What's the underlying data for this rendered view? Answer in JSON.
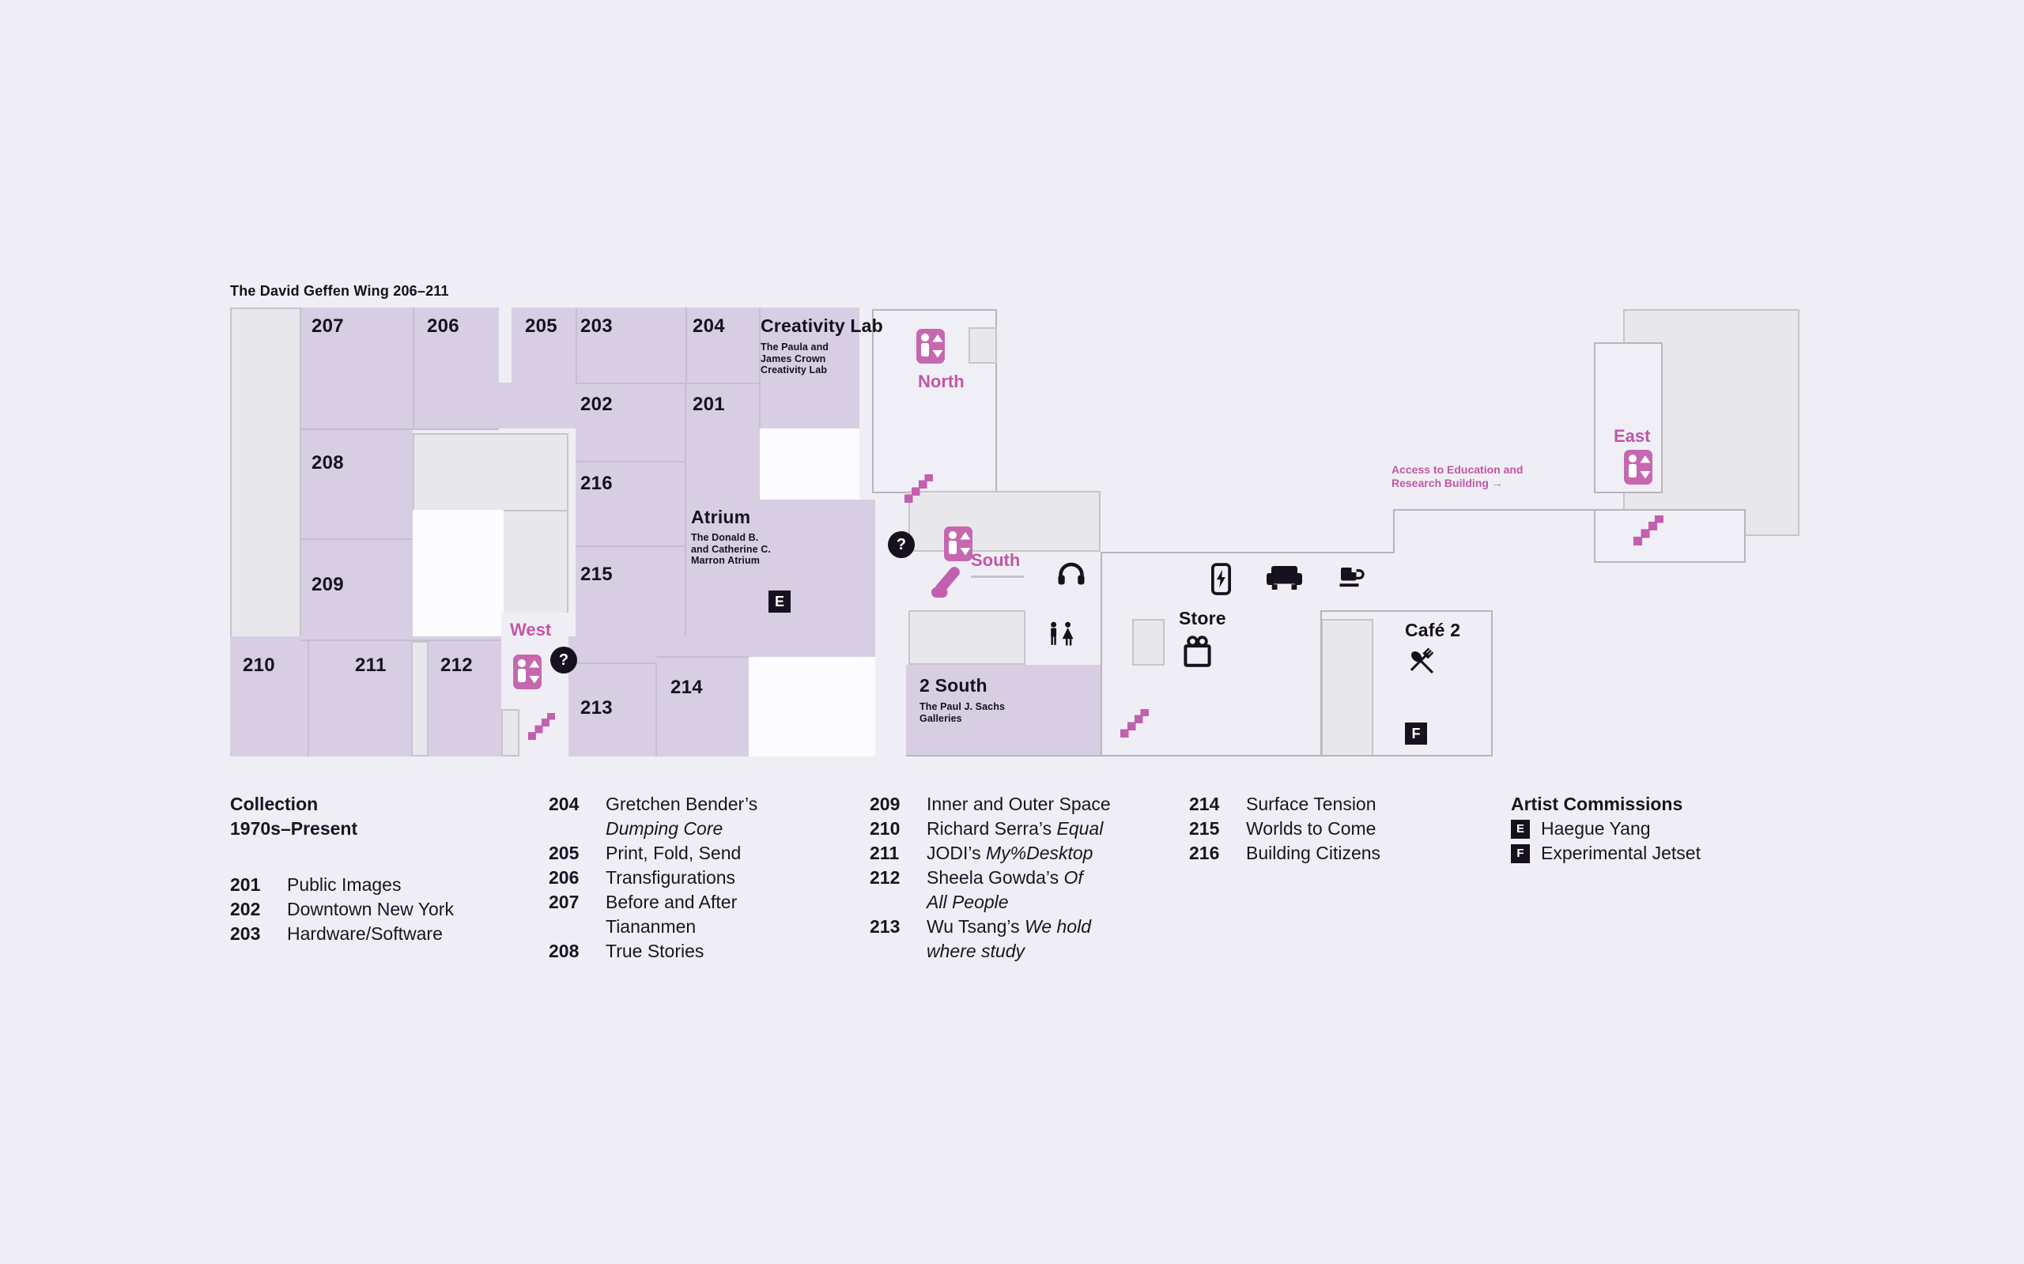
{
  "map": {
    "wing_title": "The David Geffen Wing  206–211",
    "rooms": {
      "201": "201",
      "202": "202",
      "203": "203",
      "204": "204",
      "205": "205",
      "206": "206",
      "207": "207",
      "208": "208",
      "209": "209",
      "210": "210",
      "211": "211",
      "212": "212",
      "213": "213",
      "214": "214",
      "215": "215",
      "216": "216"
    },
    "areas": {
      "creativity": {
        "title": "Creativity Lab",
        "sub": [
          "The Paula and",
          "James Crown",
          "Creativity Lab"
        ]
      },
      "atrium": {
        "title": "Atrium",
        "sub": [
          "The Donald B.",
          "and Catherine C.",
          "Marron Atrium"
        ]
      },
      "two_south": {
        "title": "2 South",
        "sub": [
          "The Paul J. Sachs",
          "Galleries"
        ]
      },
      "store": {
        "title": "Store"
      },
      "cafe": {
        "title": "Café 2"
      }
    },
    "directions": {
      "north": "North",
      "south": "South",
      "west": "West",
      "east": "East"
    },
    "access_lines": [
      "Access to Education and",
      "Research Building →"
    ],
    "badges": {
      "e": "E",
      "f": "F"
    },
    "question_mark": "?"
  },
  "legend": {
    "c1": {
      "header_lines": [
        "Collection",
        "1970s–Present"
      ],
      "items": [
        {
          "num": "201",
          "lines": [
            [
              {
                "t": "Public Images"
              }
            ]
          ]
        },
        {
          "num": "202",
          "lines": [
            [
              {
                "t": "Downtown New York"
              }
            ]
          ]
        },
        {
          "num": "203",
          "lines": [
            [
              {
                "t": "Hardware/Software"
              }
            ]
          ]
        }
      ]
    },
    "c2": {
      "items": [
        {
          "num": "204",
          "lines": [
            [
              {
                "t": "Gretchen Bender’s"
              }
            ],
            [
              {
                "t": "Dumping Core",
                "i": true
              }
            ]
          ]
        },
        {
          "num": "205",
          "lines": [
            [
              {
                "t": "Print, Fold, Send"
              }
            ]
          ]
        },
        {
          "num": "206",
          "lines": [
            [
              {
                "t": "Transfigurations"
              }
            ]
          ]
        },
        {
          "num": "207",
          "lines": [
            [
              {
                "t": "Before and After"
              }
            ],
            [
              {
                "t": "Tiananmen"
              }
            ]
          ]
        },
        {
          "num": "208",
          "lines": [
            [
              {
                "t": "True Stories"
              }
            ]
          ]
        }
      ]
    },
    "c3": {
      "items": [
        {
          "num": "209",
          "lines": [
            [
              {
                "t": "Inner and Outer Space"
              }
            ]
          ]
        },
        {
          "num": "210",
          "lines": [
            [
              {
                "t": "Richard Serra’s "
              },
              {
                "t": "Equal",
                "i": true
              }
            ]
          ]
        },
        {
          "num": "211",
          "lines": [
            [
              {
                "t": "JODI’s "
              },
              {
                "t": "My%Desktop",
                "i": true
              }
            ]
          ]
        },
        {
          "num": "212",
          "lines": [
            [
              {
                "t": "Sheela Gowda’s "
              },
              {
                "t": "Of",
                "i": true
              }
            ],
            [
              {
                "t": "All People",
                "i": true
              }
            ]
          ]
        },
        {
          "num": "213",
          "lines": [
            [
              {
                "t": "Wu Tsang’s "
              },
              {
                "t": "We hold",
                "i": true
              }
            ],
            [
              {
                "t": "where study",
                "i": true
              }
            ]
          ]
        }
      ]
    },
    "c4": {
      "items": [
        {
          "num": "214",
          "lines": [
            [
              {
                "t": "Surface Tension"
              }
            ]
          ]
        },
        {
          "num": "215",
          "lines": [
            [
              {
                "t": "Worlds to Come"
              }
            ]
          ]
        },
        {
          "num": "216",
          "lines": [
            [
              {
                "t": "Building Citizens"
              }
            ]
          ]
        }
      ]
    },
    "c5": {
      "header": "Artist Commissions",
      "items": [
        {
          "badge": "E",
          "text": "Haegue Yang"
        },
        {
          "badge": "F",
          "text": "Experimental Jetset"
        }
      ]
    }
  },
  "colors": {
    "background": "#f0eef5",
    "room_purple": "#d7cee4",
    "gray_room": "#e8e7eb",
    "accent_pink": "#bf58a6",
    "icon_pink": "#c568b0",
    "dark": "#17101f",
    "white_cut": "#fcfbfd",
    "map_line": "#b8b5bd"
  }
}
